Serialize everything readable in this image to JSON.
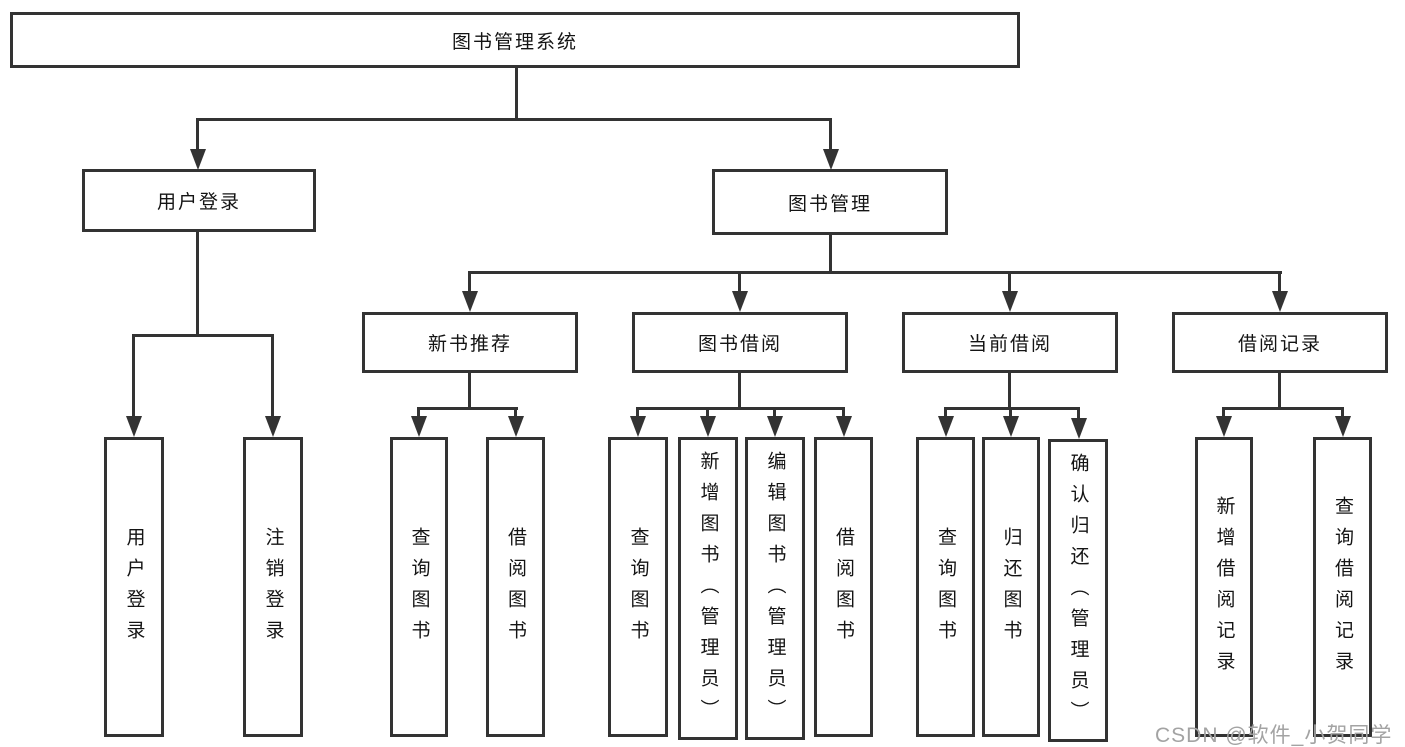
{
  "diagram": {
    "type": "hierarchy-tree",
    "tree": {
      "root": "图书管理系统",
      "branches": [
        {
          "label": "用户登录",
          "children": [
            {
              "label": "用户登录"
            },
            {
              "label": "注销登录"
            }
          ]
        },
        {
          "label": "图书管理",
          "children": [
            {
              "label": "新书推荐",
              "children": [
                {
                  "label": "查询图书"
                },
                {
                  "label": "借阅图书"
                }
              ]
            },
            {
              "label": "图书借阅",
              "children": [
                {
                  "label": "查询图书"
                },
                {
                  "label": "新增图书（管理员）"
                },
                {
                  "label": "编辑图书（管理员）"
                },
                {
                  "label": "借阅图书"
                }
              ]
            },
            {
              "label": "当前借阅",
              "children": [
                {
                  "label": "查询图书"
                },
                {
                  "label": "归还图书"
                },
                {
                  "label": "确认归还（管理员）"
                }
              ]
            },
            {
              "label": "借阅记录",
              "children": [
                {
                  "label": "新增借阅记录"
                },
                {
                  "label": "查询借阅记录"
                }
              ]
            }
          ]
        }
      ]
    },
    "colors": {
      "line": "#333333",
      "box_border": "#333333",
      "box_fill": "#ffffff",
      "text": "#141414",
      "background": "#ffffff",
      "watermark": "#a3a3a3"
    }
  },
  "watermark": {
    "text": "CSDN @软件_小贺同学"
  }
}
